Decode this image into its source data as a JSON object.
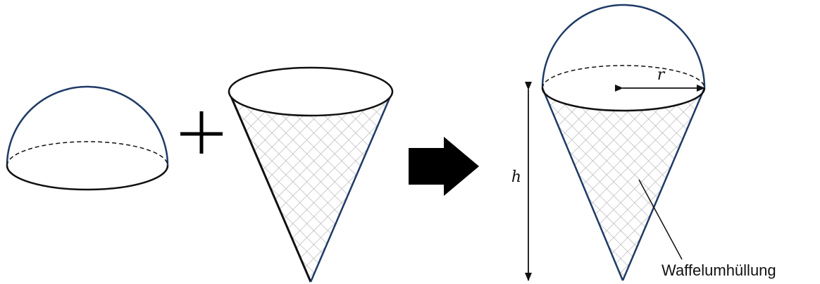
{
  "labels": {
    "radius": "r",
    "height": "h",
    "waffle": "Waffelumhüllung"
  },
  "colors": {
    "outline_blue": "#1f3a66",
    "outline_black": "#111111",
    "hatch": "#b8b8b8",
    "arrow_fill": "#000000"
  },
  "icons": {
    "plus": "plus-icon",
    "arrow": "right-arrow-icon"
  }
}
